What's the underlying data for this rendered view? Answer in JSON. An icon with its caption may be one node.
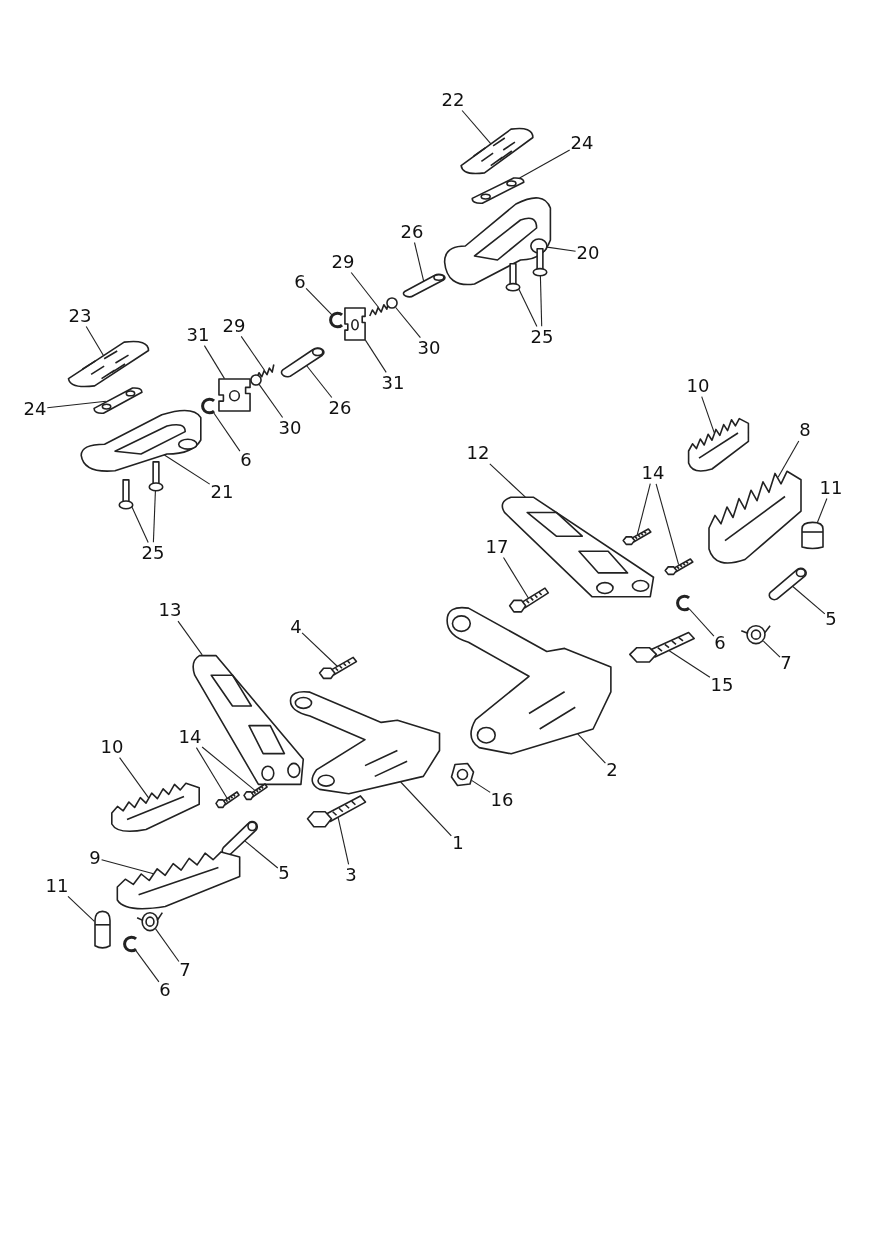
{
  "diagram": {
    "nodes": [
      {
        "text": [
          "22"
        ]
      },
      {
        "text": [],
        "shape": "picture"
      },
      {
        "text": [
          "24"
        ]
      },
      {
        "text": [],
        "shape": "picture"
      },
      {
        "text": [
          "20"
        ]
      },
      {
        "text": [],
        "shape": "picture"
      },
      {
        "text": [
          "26"
        ]
      },
      {
        "text": [],
        "shape": "picture"
      },
      {
        "text": [
          "25"
        ]
      },
      {
        "text": [],
        "shape": "picture"
      },
      {
        "text": [],
        "shape": "picture"
      },
      {
        "text": [
          "29"
        ]
      },
      {
        "text": [],
        "shape": "picture"
      },
      {
        "text": [
          "30"
        ]
      },
      {
        "text": [],
        "shape": "circle"
      },
      {
        "text": [
          "6"
        ]
      },
      {
        "text": [],
        "shape": "picture"
      },
      {
        "text": [
          "31"
        ]
      },
      {
        "text": [],
        "shape": "picture"
      },
      {
        "text": [
          "23"
        ]
      },
      {
        "text": [],
        "shape": "picture"
      },
      {
        "text": [
          "24"
        ]
      },
      {
        "text": [],
        "shape": "picture"
      },
      {
        "text": [
          "21"
        ]
      },
      {
        "text": [],
        "shape": "picture"
      },
      {
        "text": [
          "25"
        ]
      },
      {
        "text": [],
        "shape": "picture"
      },
      {
        "text": [],
        "shape": "picture"
      },
      {
        "text": [
          "31"
        ]
      },
      {
        "text": [],
        "shape": "picture"
      },
      {
        "text": [
          "29"
        ]
      },
      {
        "text": [],
        "shape": "picture"
      },
      {
        "text": [
          "30"
        ]
      },
      {
        "text": [],
        "shape": "circle"
      },
      {
        "text": [
          "26"
        ]
      },
      {
        "text": [],
        "shape": "picture"
      },
      {
        "text": [
          "6"
        ]
      },
      {
        "text": [],
        "shape": "picture"
      },
      {
        "text": [
          "10"
        ]
      },
      {
        "text": [],
        "shape": "picture"
      },
      {
        "text": [
          "8"
        ]
      },
      {
        "text": [],
        "shape": "picture"
      },
      {
        "text": [
          "11"
        ]
      },
      {
        "text": [],
        "shape": "picture"
      },
      {
        "text": [
          "12"
        ]
      },
      {
        "text": [],
        "shape": "picture"
      },
      {
        "text": [
          "14"
        ]
      },
      {
        "text": [],
        "shape": "picture"
      },
      {
        "text": [],
        "shape": "picture"
      },
      {
        "text": [
          "17"
        ]
      },
      {
        "text": [],
        "shape": "picture"
      },
      {
        "text": [
          "6"
        ]
      },
      {
        "text": [],
        "shape": "picture"
      },
      {
        "text": [
          "5"
        ]
      },
      {
        "text": [],
        "shape": "picture"
      },
      {
        "text": [
          "7"
        ]
      },
      {
        "text": [],
        "shape": "picture"
      },
      {
        "text": [
          "15"
        ]
      },
      {
        "text": [],
        "shape": "picture"
      },
      {
        "text": [
          "2"
        ]
      },
      {
        "text": [],
        "shape": "picture"
      },
      {
        "text": [
          "13"
        ]
      },
      {
        "text": [],
        "shape": "picture"
      },
      {
        "text": [
          "4"
        ]
      },
      {
        "text": [],
        "shape": "picture"
      },
      {
        "text": [
          "16"
        ]
      },
      {
        "text": [],
        "shape": "picture"
      },
      {
        "text": [
          "1"
        ]
      },
      {
        "text": [],
        "shape": "picture"
      },
      {
        "text": [
          "3"
        ]
      },
      {
        "text": [],
        "shape": "picture"
      },
      {
        "text": [
          "10"
        ]
      },
      {
        "text": [],
        "shape": "picture"
      },
      {
        "text": [
          "14"
        ]
      },
      {
        "text": [],
        "shape": "picture"
      },
      {
        "text": [],
        "shape": "picture"
      },
      {
        "text": [
          "5"
        ]
      },
      {
        "text": [],
        "shape": "picture"
      },
      {
        "text": [
          "9"
        ]
      },
      {
        "text": [],
        "shape": "picture"
      },
      {
        "text": [
          "11"
        ]
      },
      {
        "text": [],
        "shape": "picture"
      },
      {
        "text": [
          "7"
        ]
      },
      {
        "text": [],
        "shape": "picture"
      },
      {
        "text": [
          "6"
        ]
      },
      {
        "text": [],
        "shape": "picture"
      }
    ],
    "edges": [
      {
        "from": 0,
        "to": 1,
        "arrow": "none"
      },
      {
        "from": 2,
        "to": 3,
        "arrow": "none"
      },
      {
        "from": 4,
        "to": 5,
        "arrow": "none"
      },
      {
        "from": 6,
        "to": 7,
        "arrow": "none"
      },
      {
        "from": 8,
        "to": 9,
        "arrow": "none"
      },
      {
        "from": 8,
        "to": 10,
        "arrow": "none"
      },
      {
        "from": 11,
        "to": 12,
        "arrow": "none"
      },
      {
        "from": 13,
        "to": 14,
        "arrow": "none"
      },
      {
        "from": 15,
        "to": 16,
        "arrow": "none"
      },
      {
        "from": 17,
        "to": 18,
        "arrow": "none"
      },
      {
        "from": 19,
        "to": 20,
        "arrow": "none"
      },
      {
        "from": 21,
        "to": 22,
        "arrow": "none"
      },
      {
        "from": 23,
        "to": 24,
        "arrow": "none"
      },
      {
        "from": 25,
        "to": 26,
        "arrow": "none"
      },
      {
        "from": 25,
        "to": 27,
        "arrow": "none"
      },
      {
        "from": 28,
        "to": 29,
        "arrow": "none"
      },
      {
        "from": 30,
        "to": 31,
        "arrow": "none"
      },
      {
        "from": 32,
        "to": 33,
        "arrow": "none"
      },
      {
        "from": 34,
        "to": 35,
        "arrow": "none"
      },
      {
        "from": 36,
        "to": 37,
        "arrow": "none"
      },
      {
        "from": 38,
        "to": 39,
        "arrow": "none"
      },
      {
        "from": 40,
        "to": 41,
        "arrow": "none"
      },
      {
        "from": 42,
        "to": 43,
        "arrow": "none"
      },
      {
        "from": 44,
        "to": 45,
        "arrow": "none"
      },
      {
        "from": 46,
        "to": 47,
        "arrow": "none"
      },
      {
        "from": 46,
        "to": 48,
        "arrow": "none"
      },
      {
        "from": 49,
        "to": 50,
        "arrow": "none"
      },
      {
        "from": 51,
        "to": 52,
        "arrow": "none"
      },
      {
        "from": 53,
        "to": 54,
        "arrow": "none"
      },
      {
        "from": 55,
        "to": 56,
        "arrow": "none"
      },
      {
        "from": 57,
        "to": 58,
        "arrow": "none"
      },
      {
        "from": 59,
        "to": 60,
        "arrow": "none"
      },
      {
        "from": 61,
        "to": 62,
        "arrow": "none"
      },
      {
        "from": 63,
        "to": 64,
        "arrow": "none"
      },
      {
        "from": 65,
        "to": 66,
        "arrow": "none"
      },
      {
        "from": 67,
        "to": 68,
        "arrow": "none"
      },
      {
        "from": 69,
        "to": 70,
        "arrow": "none"
      },
      {
        "from": 71,
        "to": 72,
        "arrow": "none"
      },
      {
        "from": 73,
        "to": 74,
        "arrow": "none"
      },
      {
        "from": 73,
        "to": 75,
        "arrow": "none"
      },
      {
        "from": 76,
        "to": 77,
        "arrow": "none"
      },
      {
        "from": 78,
        "to": 79,
        "arrow": "none"
      },
      {
        "from": 80,
        "to": 81,
        "arrow": "none"
      },
      {
        "from": 82,
        "to": 83,
        "arrow": "none"
      },
      {
        "from": 84,
        "to": 85,
        "arrow": "none"
      }
    ]
  }
}
